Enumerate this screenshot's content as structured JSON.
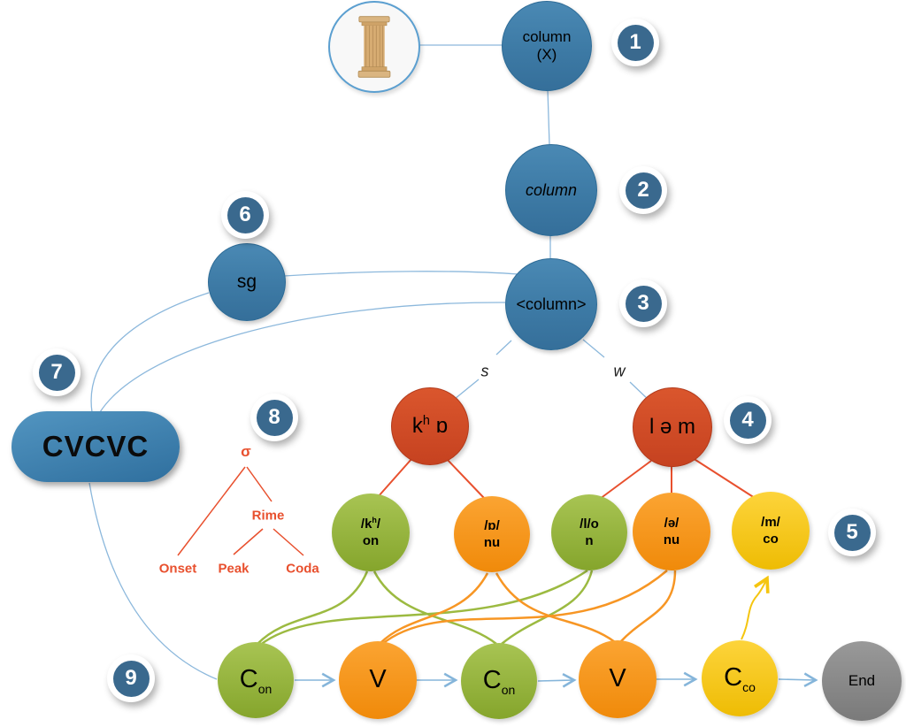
{
  "badges": [
    "1",
    "2",
    "3",
    "4",
    "5",
    "6",
    "7",
    "8",
    "9"
  ],
  "nodes": {
    "picture": {
      "icon": "classical-column-icon"
    },
    "concept": {
      "line1": "column",
      "line2": "(X)"
    },
    "lemma": {
      "label": "column"
    },
    "lexeme": {
      "label": "<column>"
    },
    "morph": {
      "label": "sg"
    },
    "frame": {
      "label": "CVCVC"
    },
    "syllable_strong": {
      "pre": "k",
      "sup": "h",
      "post": "ɒ"
    },
    "syllable_weak": {
      "label": "l ə m"
    },
    "end": {
      "label": "End"
    }
  },
  "stress_labels": {
    "strong": "s",
    "weak": "w"
  },
  "phonemes": [
    {
      "l1pre": "/k",
      "l1sup": "h",
      "l1post": "/",
      "l2": "on"
    },
    {
      "l1": "/ɒ/",
      "l2": "nu"
    },
    {
      "l1": "/l/o",
      "l2": "n"
    },
    {
      "l1": "/ə/",
      "l2": "nu"
    },
    {
      "l1": "/m/",
      "l2": "co"
    }
  ],
  "syllable_tree": {
    "sigma": "σ",
    "onset": "Onset",
    "rime": "Rime",
    "peak": "Peak",
    "coda": "Coda"
  },
  "slots": [
    {
      "base": "C",
      "sub": "on"
    },
    {
      "base": "V",
      "sub": ""
    },
    {
      "base": "C",
      "sub": "on"
    },
    {
      "base": "V",
      "sub": ""
    },
    {
      "base": "C",
      "sub": "co"
    }
  ],
  "colors": {
    "node_blue": "#3d7aa5",
    "node_red": "#cf4a26",
    "node_green": "#93b23c",
    "node_orange": "#f79421",
    "node_yellow": "#f3c712",
    "node_gray": "#8a8a8a",
    "badge_blue": "#3a698e",
    "connector_blue": "#8cb8dc",
    "connector_red": "#e8502e"
  }
}
